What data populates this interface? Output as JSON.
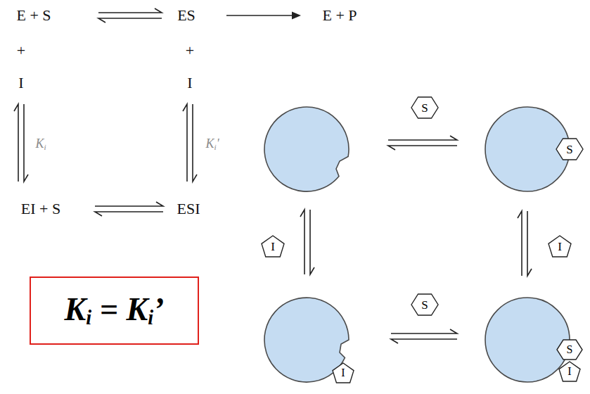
{
  "diagram": {
    "nodes": [
      {
        "text": [
          "Ki = Ki’"
        ]
      },
      {
        "text": [
          "S"
        ]
      },
      {
        "text": [
          "S"
        ]
      },
      {
        "text": [
          "I"
        ]
      },
      {
        "text": [
          "I"
        ]
      },
      {
        "text": [
          "I"
        ]
      },
      {
        "text": [
          "S"
        ]
      },
      {
        "text": [
          "S"
        ]
      },
      {
        "text": [
          "I"
        ]
      }
    ],
    "labels": [
      "E + S",
      "ES",
      "E + P",
      "+",
      "I",
      "+",
      "I",
      "Ki",
      "Ki'",
      "EI + S",
      "ESI"
    ]
  }
}
